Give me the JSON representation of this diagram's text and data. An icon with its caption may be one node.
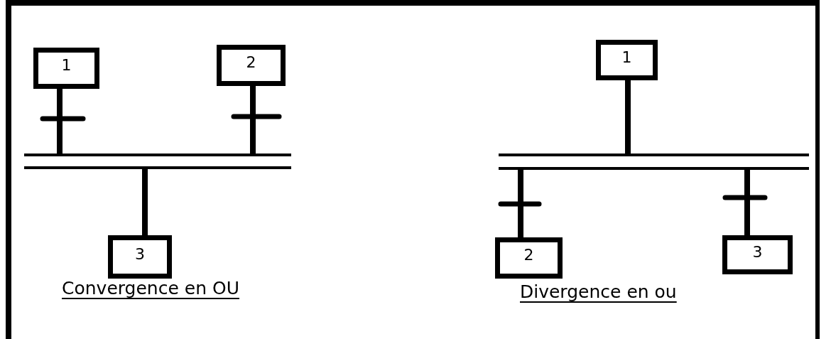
{
  "diagram": {
    "nodes": [
      {
        "text": [
          "1"
        ]
      },
      {
        "text": [
          "2"
        ]
      },
      {
        "text": [
          "3"
        ]
      },
      {
        "text": [],
        "shape": "bar"
      },
      {
        "text": [
          "1"
        ]
      },
      {
        "text": [],
        "shape": "bar"
      },
      {
        "text": [
          "2"
        ]
      },
      {
        "text": [
          "3"
        ]
      }
    ],
    "edges": [
      {
        "from": 0,
        "to": 3,
        "arrow": "none"
      },
      {
        "from": 1,
        "to": 3,
        "arrow": "none"
      },
      {
        "from": 3,
        "to": 2,
        "arrow": "none"
      },
      {
        "from": 4,
        "to": 5,
        "arrow": "none"
      },
      {
        "from": 5,
        "to": 6,
        "arrow": "none"
      },
      {
        "from": 5,
        "to": 7,
        "arrow": "none"
      }
    ],
    "labels": [
      "Convergence en OU",
      "Divergence en ou"
    ]
  }
}
